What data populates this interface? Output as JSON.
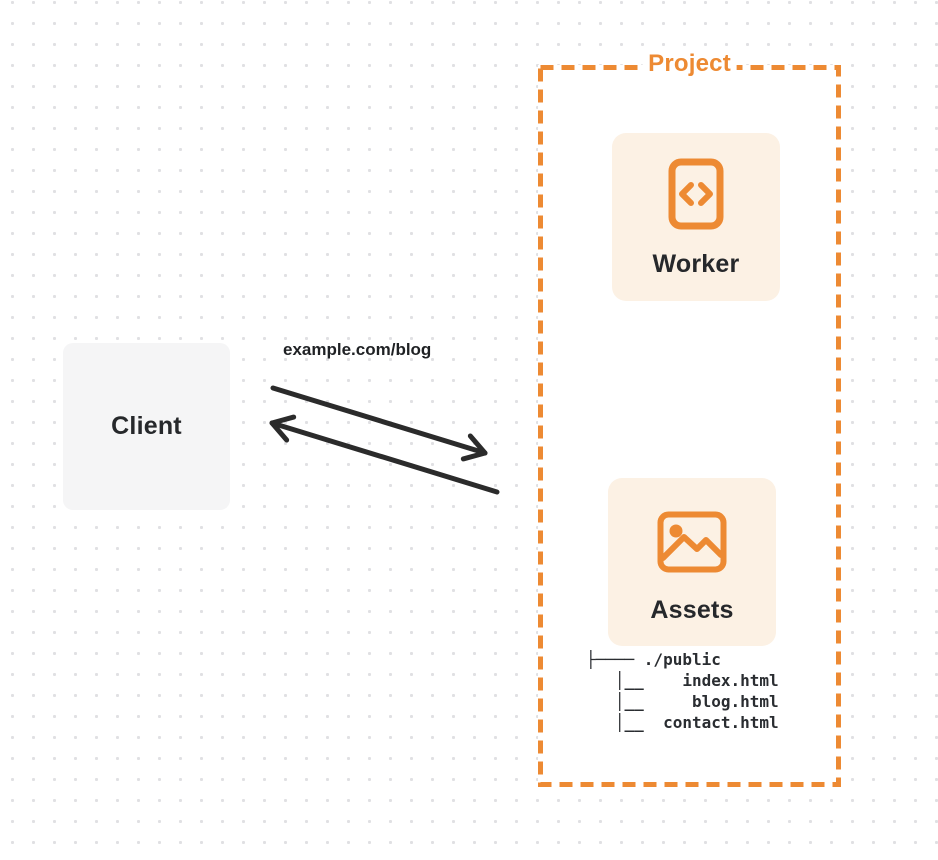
{
  "colors": {
    "orange": "#ED8A33",
    "card-bg": "#FCF1E4",
    "client-bg": "#F5F5F6",
    "ink": "#26282B",
    "arrow": "#2B2B2B",
    "dot": "#E0E0E3"
  },
  "client": {
    "label": "Client"
  },
  "request": {
    "url_label": "example.com/blog"
  },
  "project": {
    "title": "Project",
    "worker": {
      "label": "Worker",
      "icon": "code-file-icon"
    },
    "assets": {
      "label": "Assets",
      "icon": "image-icon",
      "file_tree": [
        "├──── ./public",
        "   │__    index.html",
        "   │__     blog.html",
        "   │__  contact.html"
      ]
    }
  }
}
